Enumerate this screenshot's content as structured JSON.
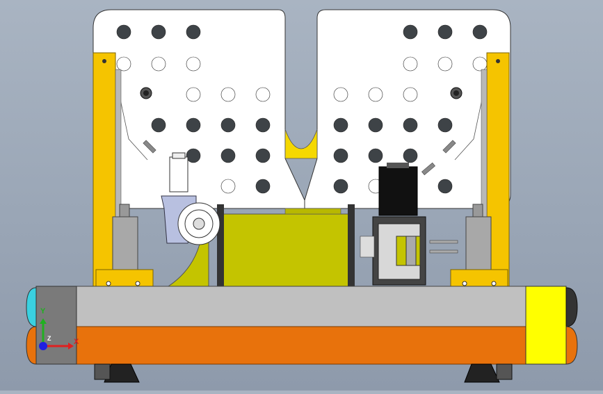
{
  "colors": {
    "plate": "#ffffff",
    "plate_outline": "#333333",
    "hole_dark": "#3e4347",
    "rail_yellow": "#f5c400",
    "olive": "#c4c400",
    "orange_bumper": "#e8720c",
    "gray_frame": "#c0c0c0",
    "yellow_block": "#ffff00",
    "motor_black": "#111111"
  },
  "triad": {
    "x_label": "X",
    "y_label": "Y",
    "z_label": "Z",
    "x_color": "#e02020",
    "y_color": "#20b020",
    "z_color": "#2020e0"
  }
}
